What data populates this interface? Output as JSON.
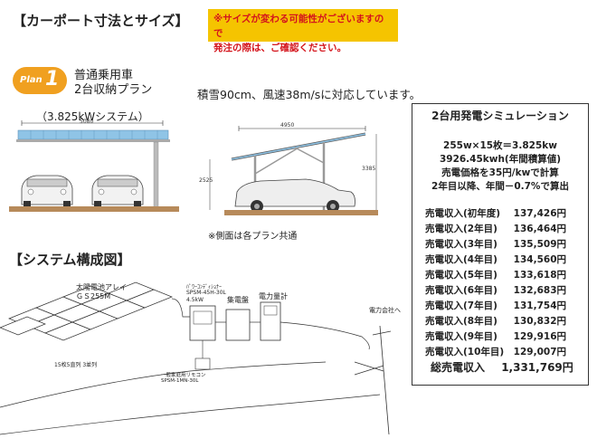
{
  "header": {
    "title1": "【カーポート寸法とサイズ】",
    "warning_line1": "※サイズが変わる可能性がございますので",
    "warning_line2": "発注の際は、ご確認ください。",
    "title2": "【システム構成図】"
  },
  "plan": {
    "badge_plan": "Plan",
    "badge_num": "1",
    "name_line1": "普通乗用車",
    "name_line2": "2台収納プラン",
    "system": "（3.825kWシステム）",
    "snow_wind": "積雪90cm、風速38m/sに対応しています。"
  },
  "dimensions": {
    "front_width": "5080",
    "side_width": "4950",
    "side_left_h": "2525",
    "side_right_h": "3385",
    "side_note": "※側面は各プラン共通"
  },
  "diagram": {
    "solar_array_label1": "太陽電池アレイ",
    "solar_array_label2": "ＧＳ255M",
    "array_config": "15枚5直列 3並列",
    "power_conditioner1": "ﾊﾟﾜｰｺﾝﾃﾞｨｼｮﾅｰ",
    "power_conditioner2": "SPSM-45H-30L",
    "power_conditioner3": "4.5kW",
    "distribution_board": "集電盤",
    "power_meter": "電力量計",
    "utility": "電力会社へ",
    "remote1": "一般家庭用リモコン",
    "remote2": "SPSM-1MN-30L"
  },
  "simulation": {
    "title": "2台用発電シミュレーション",
    "line1": "255w×15枚＝3.825kw",
    "line2": "3926.45kwh(年間積算値)",
    "line3": "売電価格を35円/kwで計算",
    "line4": "2年目以降、年間－0.7%で算出",
    "rows": [
      {
        "label": "売電収入(初年度)",
        "value": "137,426円"
      },
      {
        "label": "売電収入(2年目)",
        "value": "136,464円"
      },
      {
        "label": "売電収入(3年目)",
        "value": "135,509円"
      },
      {
        "label": "売電収入(4年目)",
        "value": "134,560円"
      },
      {
        "label": "売電収入(5年目)",
        "value": "133,618円"
      },
      {
        "label": "売電収入(6年目)",
        "value": "132,683円"
      },
      {
        "label": "売電収入(7年目)",
        "value": "131,754円"
      },
      {
        "label": "売電収入(8年目)",
        "value": "130,832円"
      },
      {
        "label": "売電収入(9年目)",
        "value": "129,916円"
      },
      {
        "label": "売電収入(10年目)",
        "value": "129,007円"
      }
    ],
    "total_label": "総売電収入",
    "total_value": "1,331,769円"
  },
  "colors": {
    "warning_bg": "#f5c400",
    "warning_text": "#d4141c",
    "plan_badge": "#f0a020",
    "panel_blue": "#8fc4e6"
  }
}
